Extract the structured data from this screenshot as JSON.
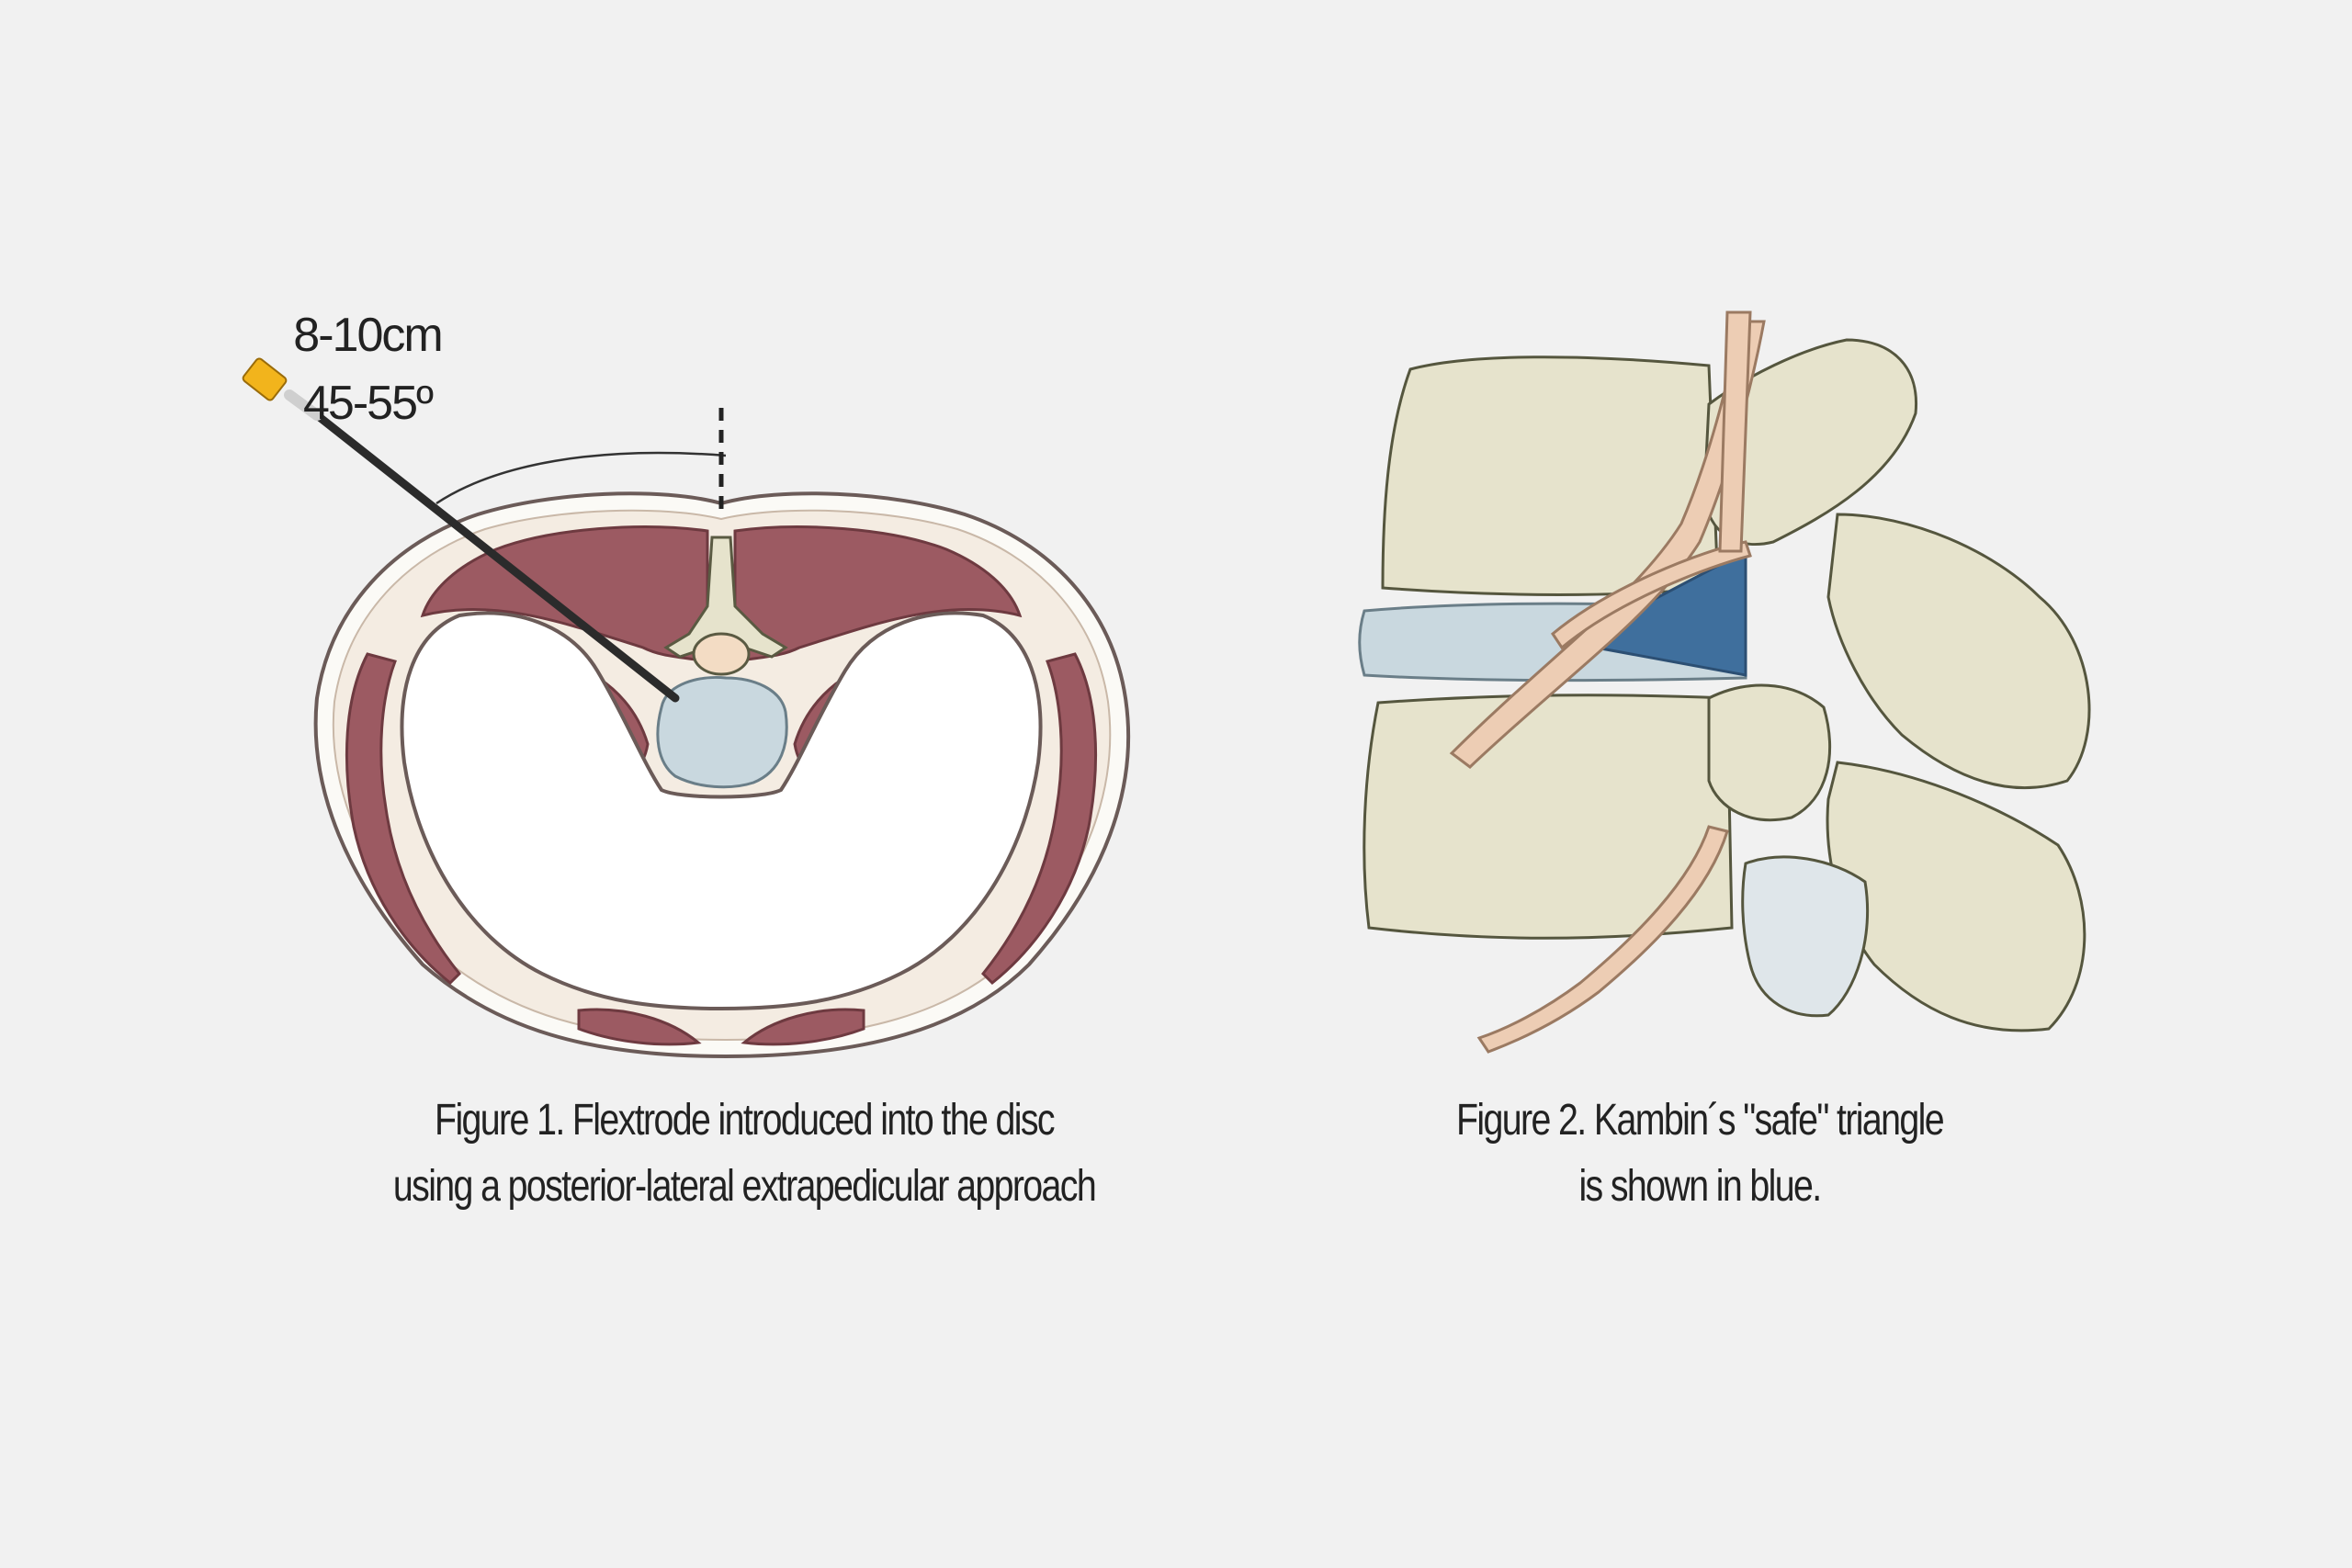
{
  "figure1": {
    "measure_distance": "8-10cm",
    "measure_angle": "45-55º",
    "caption_line1": "Figure 1. Flextrode introduced into the disc",
    "caption_line2": "using a posterior-lateral extrapedicular approach"
  },
  "figure2": {
    "caption_line1": "Figure 2. Kambin´s \"safe\" triangle",
    "caption_line2": "is shown in blue."
  },
  "colors": {
    "background": "#f1f1f1",
    "muscle": "#9c5a62",
    "bone": "#e6e3cc",
    "disc": "#c9d8df",
    "nerve": "#edcdb4",
    "safe_triangle": "#3f6f9d",
    "needle_hub": "#f2b41c"
  },
  "icons": {
    "needle": "flextrode-needle-icon"
  }
}
